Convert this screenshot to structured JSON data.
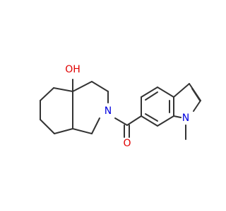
{
  "molecule": {
    "atoms": [
      {
        "id": "oh",
        "symbol": "OH",
        "color": "#e00000"
      },
      {
        "id": "n-amide",
        "symbol": "N",
        "color": "#0000e0"
      },
      {
        "id": "o-carbonyl",
        "symbol": "O",
        "color": "#e00000"
      },
      {
        "id": "n-indole",
        "symbol": "N",
        "color": "#0000e0"
      }
    ],
    "bond_color": "#333333"
  }
}
